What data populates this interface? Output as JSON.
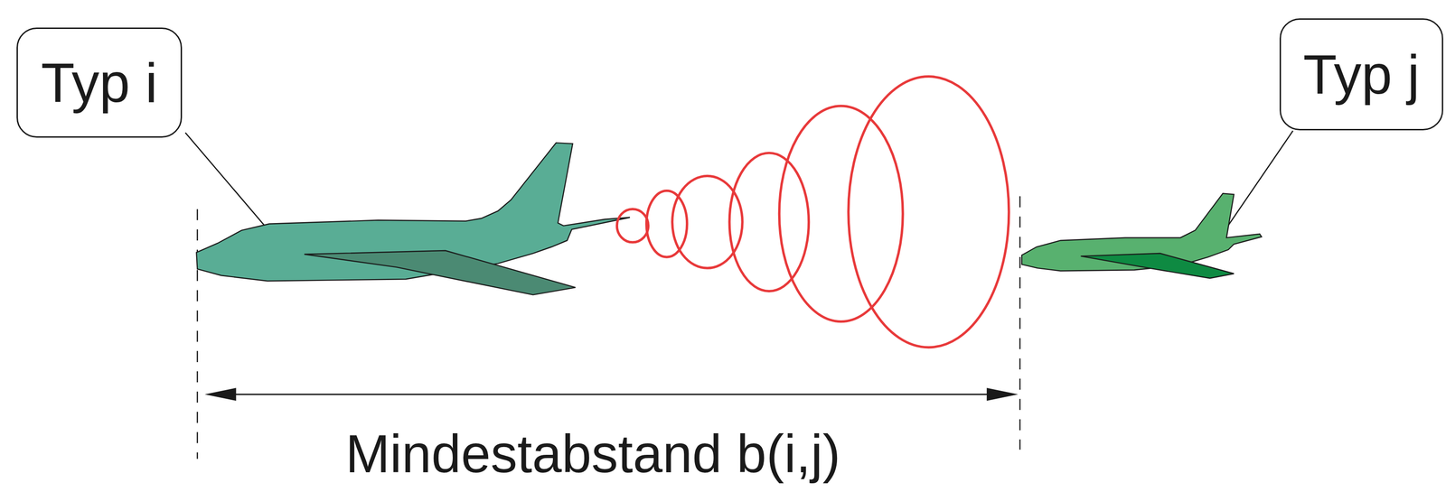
{
  "diagram": {
    "nodes": [
      {
        "text": [
          "Typ i"
        ]
      },
      {
        "text": [
          "Typ j"
        ]
      }
    ],
    "labels": [
      "Mindestabstand b(i,j)"
    ]
  }
}
